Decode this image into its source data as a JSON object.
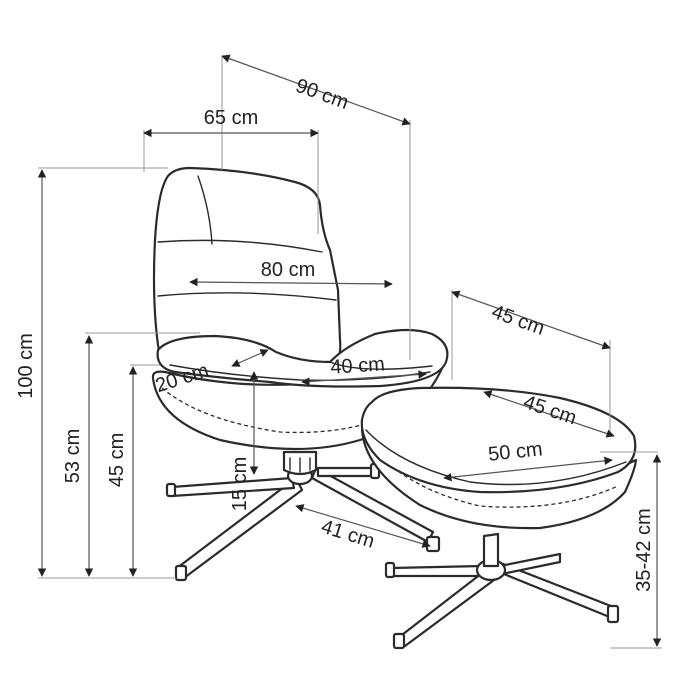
{
  "dimensions": {
    "chair_depth": "90 cm",
    "chair_width": "65 cm",
    "backrest_width": "80 cm",
    "ottoman_depth": "45 cm",
    "ottoman_top_depth": "45 cm",
    "ottoman_width": "50 cm",
    "seat_depth": "40 cm",
    "armrest_height": "20 cm",
    "total_height": "100 cm",
    "armrest_floor_height": "53 cm",
    "seat_height": "45 cm",
    "base_height": "15 cm",
    "base_width": "41 cm",
    "ottoman_height": "35-42 cm"
  },
  "colors": {
    "line": "#2b2b2b",
    "dimension": "#555555",
    "background": "#ffffff"
  }
}
